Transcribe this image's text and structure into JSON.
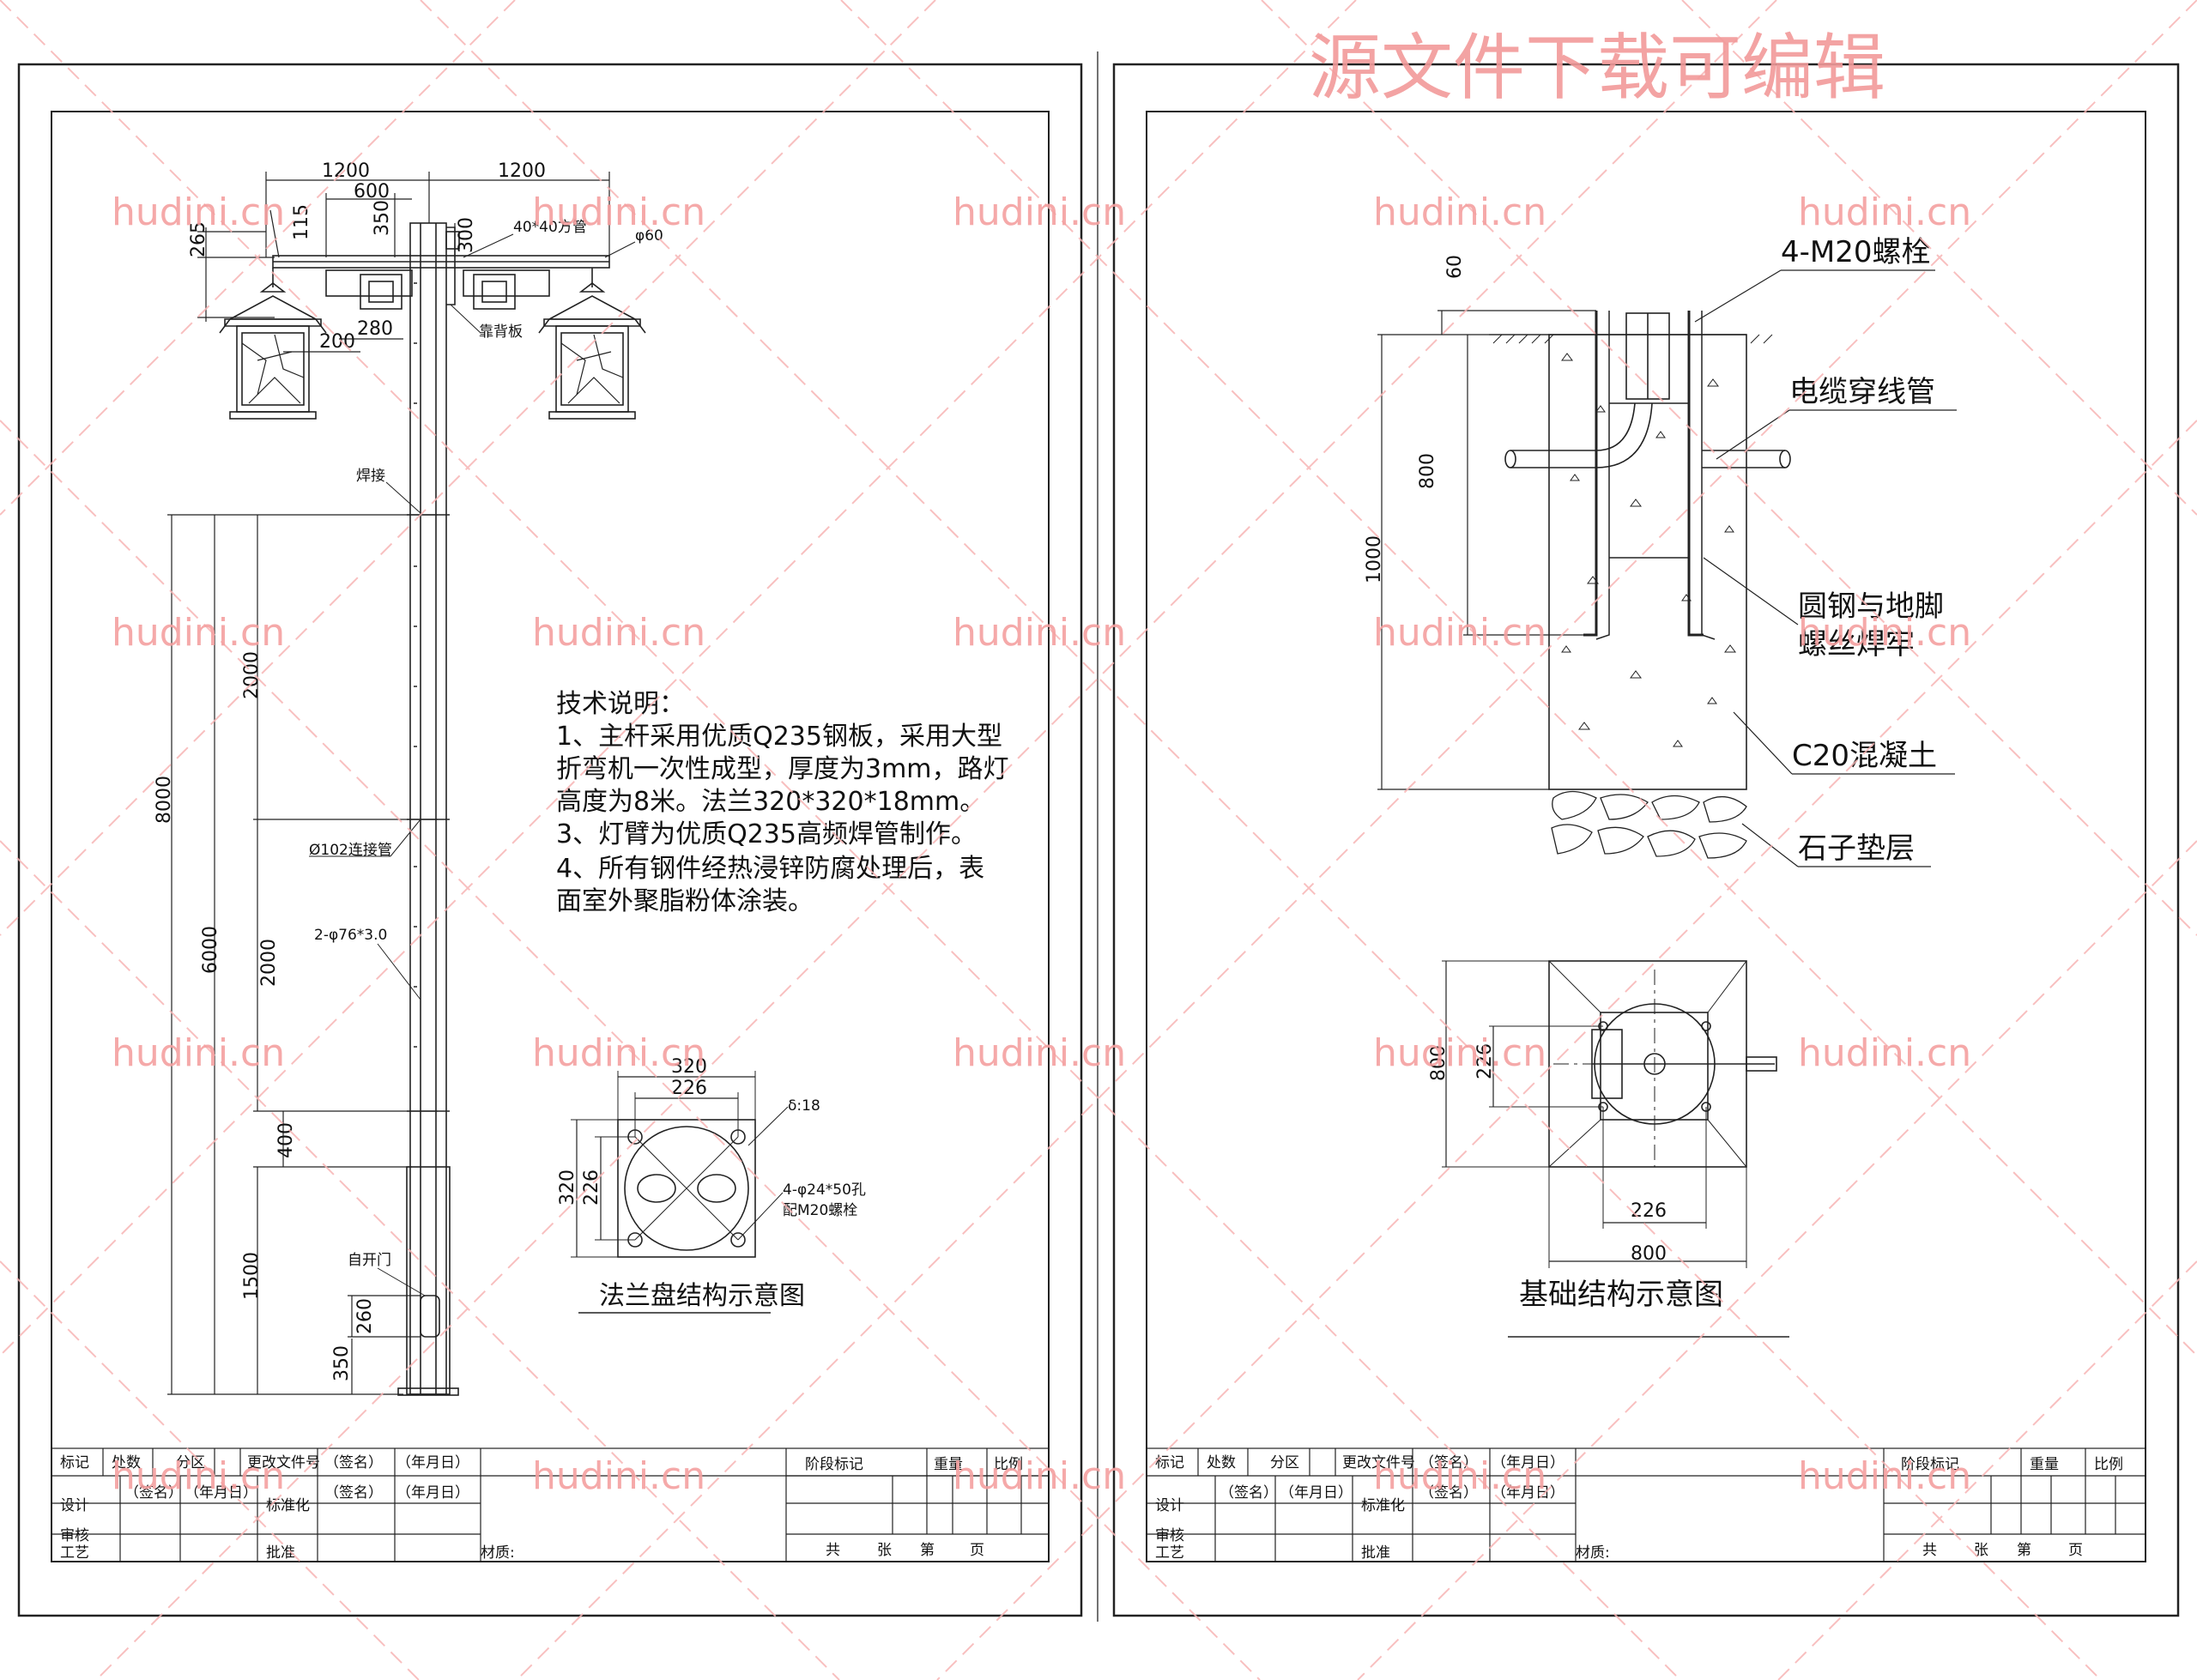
{
  "watermark": {
    "banner": "源文件下载可编辑",
    "site": "hudini.cn"
  },
  "left_sheet": {
    "top_dims": [
      "1200",
      "1200",
      "600",
      "350",
      "115",
      "265",
      "300",
      "280",
      "200"
    ],
    "labels": {
      "square_tube": "40*40方管",
      "phi60": "φ60",
      "back_plate": "靠背板",
      "weld": "焊接",
      "connect_tube": "Ø102连接管",
      "tube_spec": "2-φ76*3.0",
      "door": "自开门"
    },
    "height_dims": [
      "8000",
      "6000",
      "2000",
      "2000",
      "400",
      "1500",
      "260",
      "350"
    ],
    "tech_notes": {
      "title": "技术说明：",
      "lines": [
        "1、主杆采用优质Q235钢板，采用大型",
        "折弯机一次性成型，厚度为3mm，路灯",
        "高度为8米。法兰320*320*18mm。",
        "3、灯臂为优质Q235高频焊管制作。",
        "4、所有钢件经热浸锌防腐处理后，表",
        "面室外聚脂粉体涂装。"
      ]
    },
    "flange": {
      "dims": [
        "320",
        "226",
        "320",
        "226"
      ],
      "thickness": "δ:18",
      "hole_spec": "4-φ24*50孔",
      "bolt_spec": "配M20螺栓",
      "title": "法兰盘结构示意图"
    }
  },
  "right_sheet": {
    "section_dims": [
      "60",
      "800",
      "1000"
    ],
    "labels": {
      "bolts": "4-M20螺栓",
      "cable_tube": "电缆穿线管",
      "weld_note_1": "圆钢与地脚",
      "weld_note_2": "螺丝焊牢",
      "concrete": "C20混凝土",
      "gravel": "石子垫层"
    },
    "plan_dims": [
      "800",
      "226",
      "226",
      "800"
    ],
    "title": "基础结构示意图"
  },
  "title_block": {
    "row1": [
      "标记",
      "处数",
      "分区",
      "更改文件号",
      "（签名）",
      "（年月日）"
    ],
    "row1_right": [
      "阶段标记",
      "重量",
      "比例"
    ],
    "row2": [
      "设计",
      "（签名）",
      "（年月日）",
      "标准化",
      "（签名）",
      "（年月日）"
    ],
    "row3": [
      "审核"
    ],
    "row4": [
      "工艺",
      "批准",
      "材质:"
    ],
    "sheet": [
      "共",
      "张",
      "第",
      "页"
    ]
  }
}
